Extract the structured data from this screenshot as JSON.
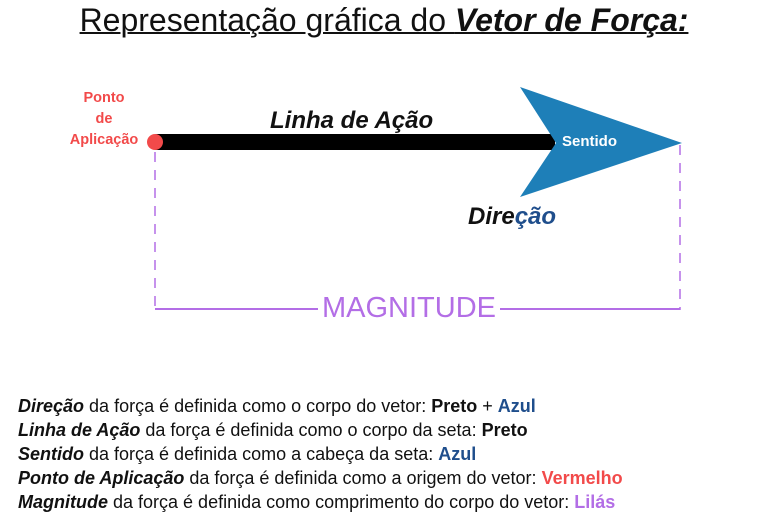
{
  "title": {
    "text": "Representação gráfica do ",
    "emphasis": "Vetor de Força:"
  },
  "diagram": {
    "ponto_line1": "Ponto",
    "ponto_line2": "de",
    "ponto_line3": "Aplicação",
    "linha_de_acao": "Linha de Ação",
    "sentido": "Sentido",
    "direcao_part1": "Dire",
    "direcao_part2": "ção",
    "magnitude": "MAGNITUDE"
  },
  "definitions": [
    {
      "term": "Direção",
      "text": " da força é definida como o corpo do vetor: ",
      "value": "Preto",
      "joiner": " + ",
      "value2": "Azul"
    },
    {
      "term": "Linha de Ação",
      "text": " da força é definida como o corpo da seta: ",
      "value": "Preto"
    },
    {
      "term": "Sentido",
      "text": " da força é definida como a cabeça da seta: ",
      "value": "Azul"
    },
    {
      "term": "Ponto de Aplicação",
      "text": " da força é definida como a origem do vetor: ",
      "value": "Vermelho"
    },
    {
      "term": "Magnitude",
      "text": " da força é definida como comprimento do corpo do vetor: ",
      "value": "Lilás"
    }
  ],
  "colors": {
    "body": "#000000",
    "head": "#1e7fb8",
    "origin": "#f24a4a",
    "magnitude": "#b36ee6",
    "direction_blue": "#1f4e8c"
  }
}
